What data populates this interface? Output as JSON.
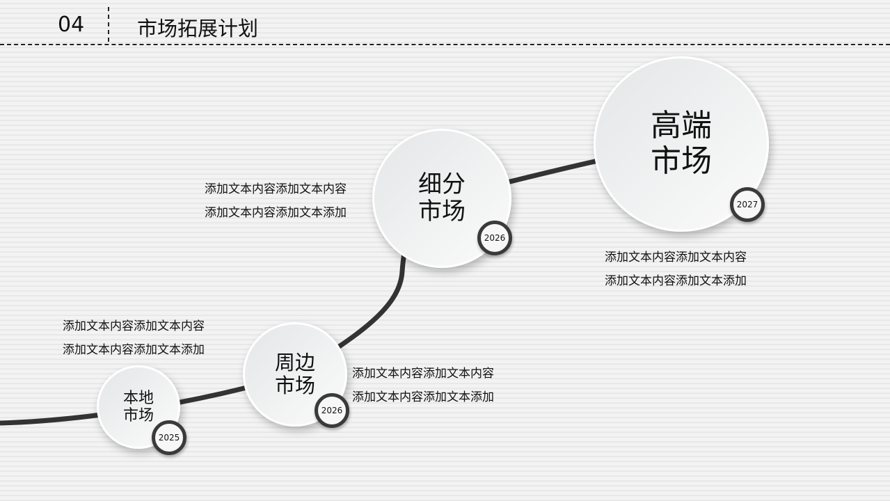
{
  "header": {
    "number": "04",
    "title": "市场拓展计划"
  },
  "stages": [
    {
      "name": "本地\n市场",
      "year": "2025",
      "desc": [
        "添加文本内容添加文本内容",
        "添加文本内容添加文本添加"
      ]
    },
    {
      "name": "周边\n市场",
      "year": "2026",
      "desc": [
        "添加文本内容添加文本内容",
        "添加文本内容添加文本添加"
      ]
    },
    {
      "name": "细分\n市场",
      "year": "2026",
      "desc": [
        "添加文本内容添加文本内容",
        "添加文本内容添加文本添加"
      ]
    },
    {
      "name": "高端\n市场",
      "year": "2027",
      "desc": [
        "添加文本内容添加文本内容",
        "添加文本内容添加文本添加"
      ]
    }
  ]
}
